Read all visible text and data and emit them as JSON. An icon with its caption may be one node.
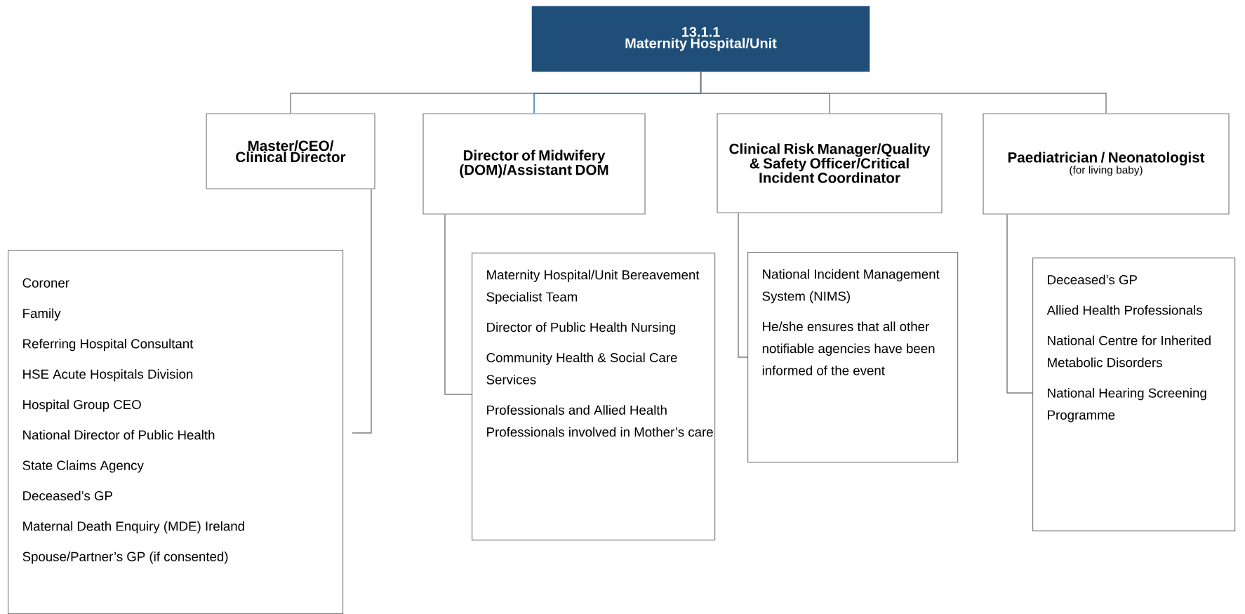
{
  "diagram": {
    "nodes": [
      {
        "text": [
          "13.1.1",
          "Maternity Hospital/Unit"
        ]
      },
      {
        "text": [
          "Master/CEO/ Clinical Director"
        ]
      },
      {
        "text": [
          "Director of Midwifery (DOM)/Assistant DOM"
        ]
      },
      {
        "text": [
          "Clinical Risk Manager/Quality & Safety Officer/Critical Incident Coordinator"
        ]
      },
      {
        "text": [
          "Paediatrician / Neonatologist",
          "(for living baby)"
        ]
      },
      {
        "text": [
          "Coroner",
          "Family",
          "Referring Hospital Consultant",
          "HSE Acute Hospitals Division",
          "Hospital Group CEO",
          "National Director of Public Health",
          "State Claims Agency",
          "Deceased’s GP",
          "Maternal Death Enquiry (MDE) Ireland",
          "Spouse/Partner’s GP (if consented)"
        ]
      },
      {
        "text": [
          "Maternity Hospital/Unit Bereavement Specialist Team",
          "Director of Public Health Nursing",
          "Community Health & Social Care Services",
          "Professionals and Allied Health Professionals involved in Mother’s care"
        ]
      },
      {
        "text": [
          "National Incident Management System (NIMS)",
          "He/she ensures that all other notifiable agencies have been informed of the event"
        ]
      },
      {
        "text": [
          "Deceased’s GP",
          "Allied Health Professionals",
          "National Centre for Inherited Metabolic Disorders",
          "National Hearing Screening Programme"
        ]
      }
    ],
    "edges": [
      {
        "from": 0,
        "to": 1,
        "arrow": "none"
      },
      {
        "from": 0,
        "to": 2,
        "arrow": "none",
        "color": "#2e75b6"
      },
      {
        "from": 0,
        "to": 3,
        "arrow": "none"
      },
      {
        "from": 0,
        "to": 4,
        "arrow": "none"
      },
      {
        "from": 1,
        "to": 5,
        "arrow": "none"
      },
      {
        "from": 2,
        "to": 6,
        "arrow": "none"
      },
      {
        "from": 3,
        "to": 7,
        "arrow": "none"
      },
      {
        "from": 4,
        "to": 8,
        "arrow": "none"
      }
    ]
  }
}
